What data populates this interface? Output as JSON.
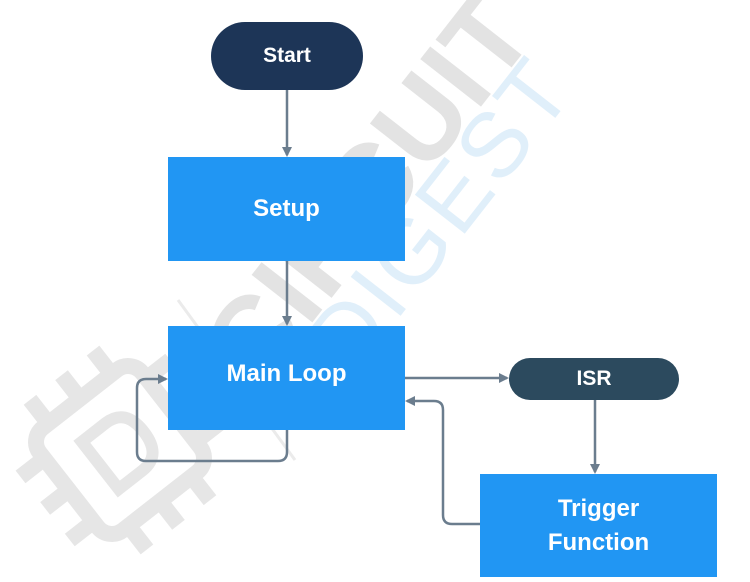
{
  "diagram": {
    "start_label": "Start",
    "setup_label": "Setup",
    "main_loop_label": "Main Loop",
    "isr_label": "ISR",
    "trigger_label": "Trigger\nFunction",
    "watermark_primary": "CIRCUIT",
    "watermark_secondary": "DIGEST"
  },
  "colors": {
    "box_fill": "#2196f3",
    "start_fill": "#1d3557",
    "isr_fill": "#2c4a5e",
    "arrow": "#6b7d8e",
    "watermark": "#d8d8d8",
    "watermark_light": "#cfe6f8"
  }
}
